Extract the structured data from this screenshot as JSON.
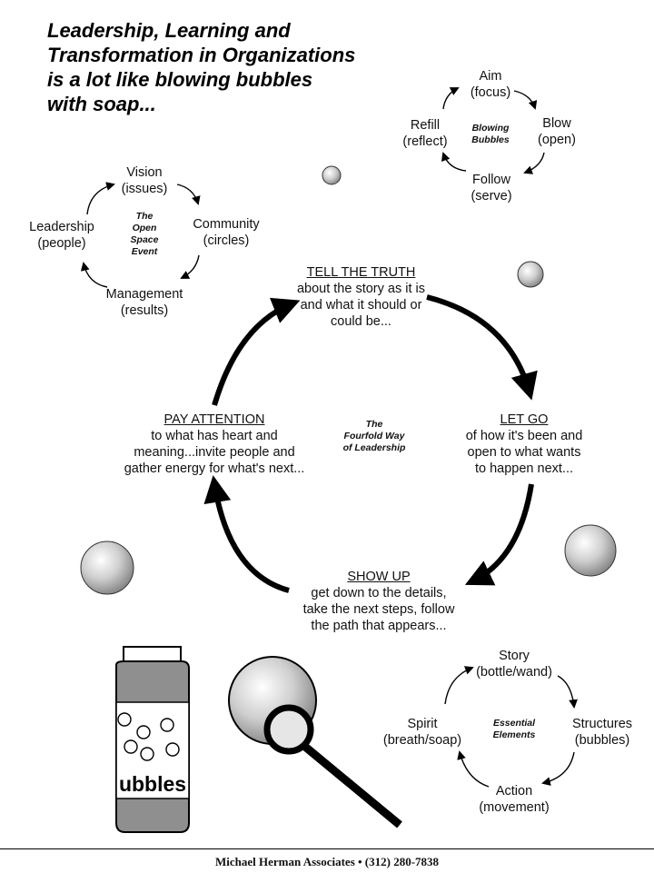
{
  "heading": {
    "lines": [
      "Leadership, Learning and",
      "Transformation in Organizations",
      "is a lot like blowing bubbles",
      "with soap..."
    ]
  },
  "bubbles_cycle": {
    "center": [
      "Blowing",
      "Bubbles"
    ],
    "aim": [
      "Aim",
      "(focus)"
    ],
    "blow": [
      "Blow",
      "(open)"
    ],
    "follow": [
      "Follow",
      "(serve)"
    ],
    "refill": [
      "Refill",
      "(reflect)"
    ]
  },
  "open_space_cycle": {
    "center": [
      "The",
      "Open",
      "Space",
      "Event"
    ],
    "vision": [
      "Vision",
      "(issues)"
    ],
    "community": [
      "Community",
      "(circles)"
    ],
    "management": [
      "Management",
      "(results)"
    ],
    "leadership": [
      "Leadership",
      "(people)"
    ]
  },
  "fourfold_cycle": {
    "center": [
      "The",
      "Fourfold Way",
      "of Leadership"
    ],
    "tell_truth": {
      "title": "TELL THE TRUTH",
      "body": [
        "about the story as it is",
        "and what it should or",
        "could be..."
      ]
    },
    "let_go": {
      "title": "LET GO",
      "body": [
        "of how it's been and",
        "open to what wants",
        "to happen next..."
      ]
    },
    "show_up": {
      "title": "SHOW UP",
      "body": [
        "get down to the details,",
        "take the next steps, follow",
        "the path that appears..."
      ]
    },
    "pay_attention": {
      "title": "PAY ATTENTION",
      "body": [
        "to what has heart and",
        "meaning...invite people and",
        "gather energy for what's next..."
      ]
    }
  },
  "essential_cycle": {
    "center": [
      "Essential",
      "Elements"
    ],
    "story": [
      "Story",
      "(bottle/wand)"
    ],
    "structures": [
      "Structures",
      "(bubbles)"
    ],
    "action": [
      "Action",
      "(movement)"
    ],
    "spirit": [
      "Spirit",
      "(breath/soap)"
    ]
  },
  "jar": {
    "label": "ubbles"
  },
  "footer": {
    "text": "Michael Herman Associates • (312) 280-7838"
  },
  "colors": {
    "ink": "#000000",
    "jar_body": "#8f8f8f",
    "bubble_light": "#ffffff",
    "bubble_dark": "#8c8c8c"
  }
}
